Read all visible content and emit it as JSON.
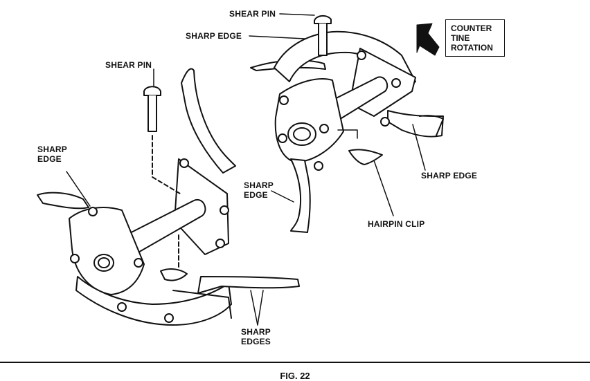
{
  "labels": {
    "shear_pin_top": "SHEAR PIN",
    "sharp_edge_top": "SHARP EDGE",
    "shear_pin_left": "SHEAR PIN",
    "sharp_edge_left_1": "SHARP",
    "sharp_edge_left_2": "EDGE",
    "sharp_edge_mid_1": "SHARP",
    "sharp_edge_mid_2": "EDGE",
    "sharp_edge_right": "SHARP EDGE",
    "hairpin_clip": "HAIRPIN CLIP",
    "sharp_edges_1": "SHARP",
    "sharp_edges_2": "EDGES"
  },
  "callout": {
    "line1": "COUNTER",
    "line2": "TINE",
    "line3": "ROTATION"
  },
  "footer": {
    "figure_number": "FIG. 22"
  },
  "icons": {
    "rotation_arrow": "rotation-arrow-icon"
  },
  "colors": {
    "ink": "#111111",
    "paper": "#ffffff"
  }
}
